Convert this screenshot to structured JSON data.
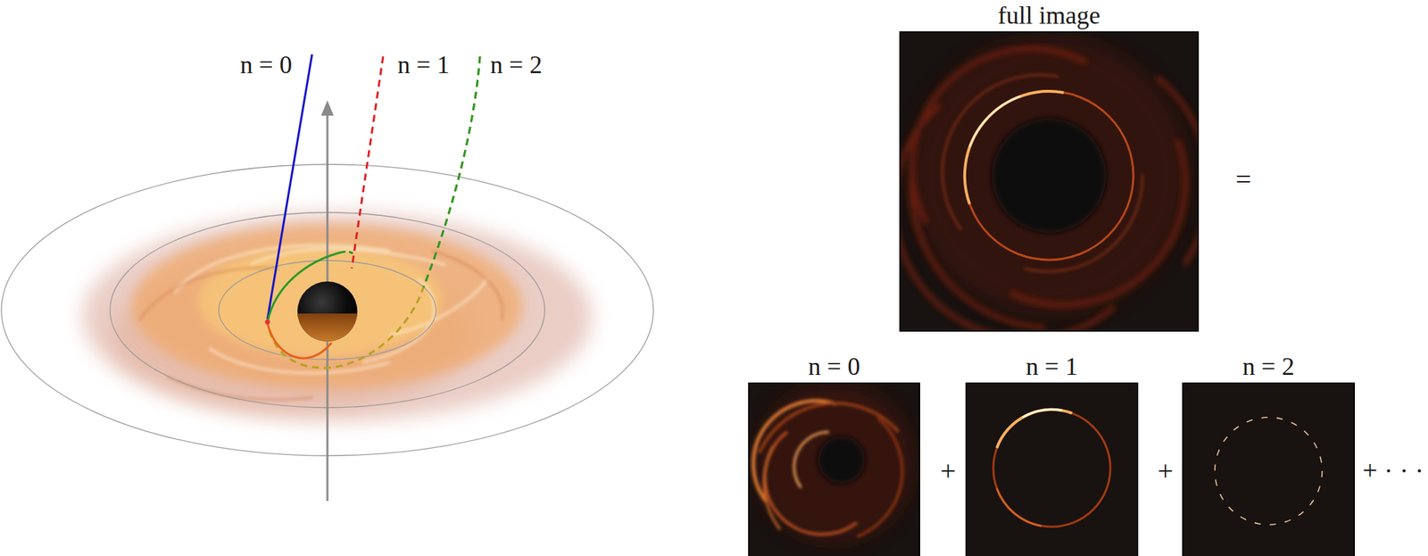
{
  "diagram": {
    "nodes": [
      {
        "text": [
          "full image"
        ]
      },
      {
        "text": [
          "n = 0"
        ]
      },
      {
        "text": [
          "n = 1"
        ]
      },
      {
        "text": [
          "n = 2"
        ]
      }
    ],
    "labels": [
      "n = 0",
      "n = 1",
      "n = 2",
      "=",
      "+",
      "+",
      "+ · · ·"
    ]
  }
}
